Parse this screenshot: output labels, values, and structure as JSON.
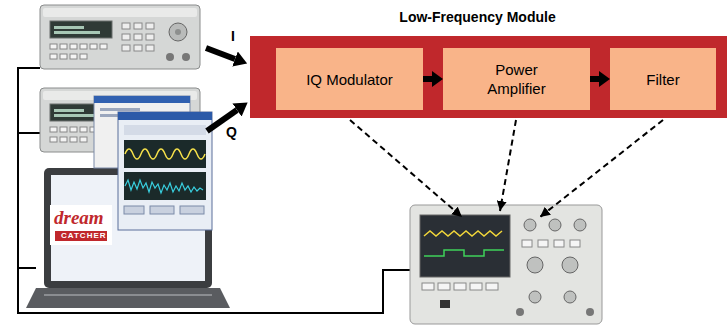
{
  "diagram": {
    "nodes": [
      {
        "text": [
          "Low-Frequency Module"
        ]
      },
      {
        "text": [
          "IQ Modulator"
        ],
        "in": 0
      },
      {
        "text": [
          "Power Amplifier"
        ],
        "in": 0
      },
      {
        "text": [
          "Filter"
        ],
        "in": 0
      }
    ],
    "edges": [
      {
        "from": 1,
        "to": 2,
        "arrow": "to"
      },
      {
        "from": 2,
        "to": 3,
        "arrow": "to"
      }
    ],
    "labels": [
      "I",
      "Q",
      "dream",
      "CATCHER"
    ]
  }
}
